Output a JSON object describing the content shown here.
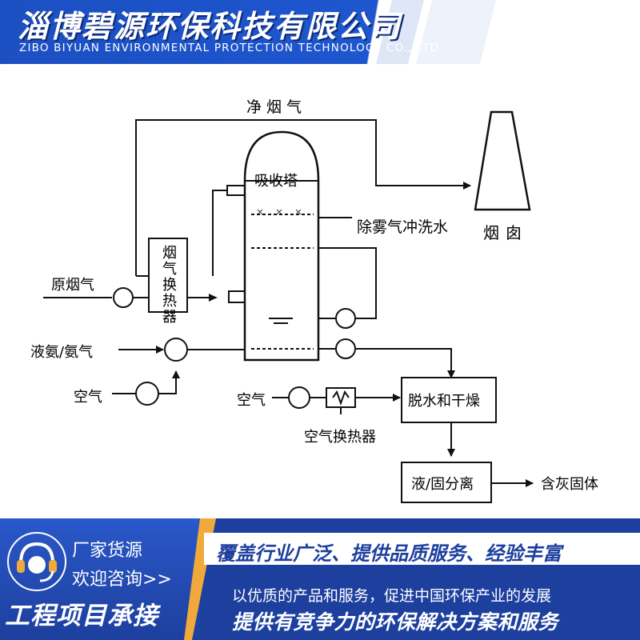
{
  "header": {
    "company_cn": "淄博碧源环保科技有限公司",
    "company_en": "ZIBO BIYUAN ENVIRONMENTAL PROTECTION TECHNOLOGY CO., LTD."
  },
  "diagram": {
    "clean_gas": "净烟气",
    "chimney": "烟囱",
    "absorber": "吸收塔",
    "mist_wash": "除雾气冲洗水",
    "heat_exchanger_chars": [
      "烟",
      "气",
      "换",
      "热",
      "器"
    ],
    "raw_gas": "原烟气",
    "ammonia": "液氨/氨气",
    "air1": "空气",
    "air2": "空气",
    "air_heat_exchanger": "空气换热器",
    "dewater_dry": "脱水和干燥",
    "separation": "液/固分离",
    "ash_solid": "含灰固体"
  },
  "footer": {
    "contact_line1": "厂家货源",
    "contact_line2": "欢迎咨询>>",
    "project": "工程项目承接",
    "slogan": "覆盖行业广泛、提供品质服务、经验丰富",
    "line2": "以优质的产品和服务，促进中国环保产业的发展",
    "line3": "提供有竞争力的环保解决方案和服务"
  }
}
